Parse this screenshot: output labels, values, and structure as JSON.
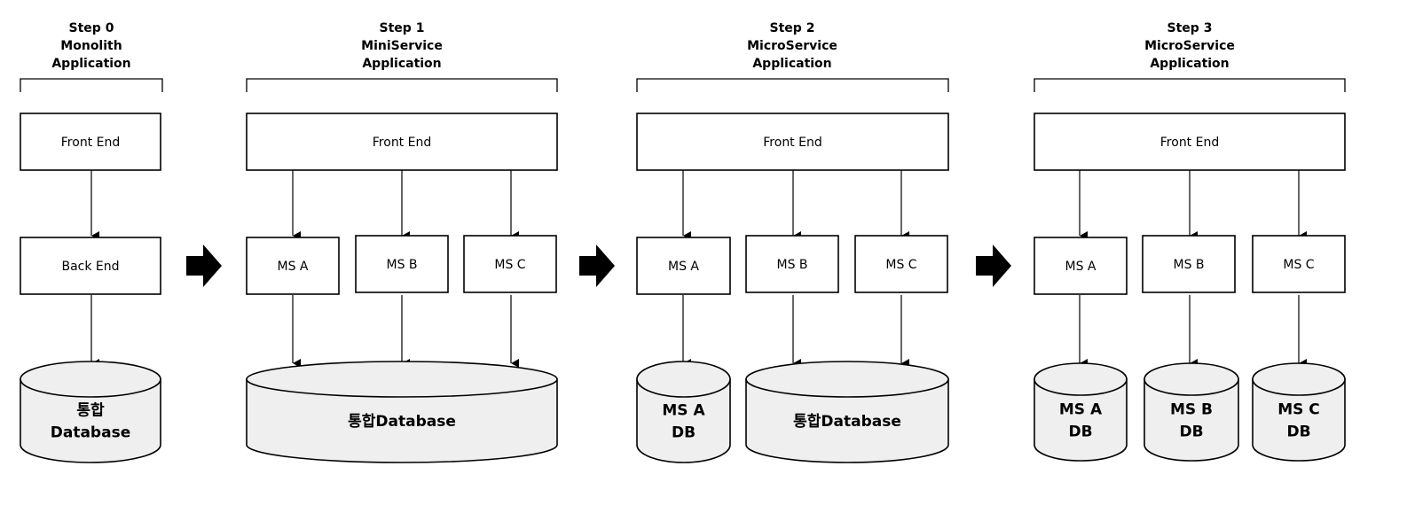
{
  "colors": {
    "line": "#000000",
    "box_fill": "#ffffff",
    "db_fill": "#efefef",
    "arrow_fill": "#000000"
  },
  "steps": [
    {
      "heading": [
        "Step 0",
        "Monolith",
        "Application"
      ],
      "front": "Front End",
      "services": [
        "Back End"
      ],
      "databases": [
        {
          "label": [
            "통합",
            "Database"
          ]
        }
      ]
    },
    {
      "heading": [
        "Step 1",
        "MiniService",
        "Application"
      ],
      "front": "Front End",
      "services": [
        "MS A",
        "MS B",
        "MS C"
      ],
      "databases": [
        {
          "label": [
            "통합Database"
          ]
        }
      ]
    },
    {
      "heading": [
        "Step 2",
        "MicroService",
        "Application"
      ],
      "front": "Front End",
      "services": [
        "MS A",
        "MS B",
        "MS C"
      ],
      "databases": [
        {
          "label": [
            "MS A",
            "DB"
          ]
        },
        {
          "label": [
            "통합Database"
          ]
        }
      ]
    },
    {
      "heading": [
        "Step 3",
        "MicroService",
        "Application"
      ],
      "front": "Front End",
      "services": [
        "MS A",
        "MS B",
        "MS C"
      ],
      "databases": [
        {
          "label": [
            "MS A",
            "DB"
          ]
        },
        {
          "label": [
            "MS B",
            "DB"
          ]
        },
        {
          "label": [
            "MS C",
            "DB"
          ]
        }
      ]
    }
  ]
}
